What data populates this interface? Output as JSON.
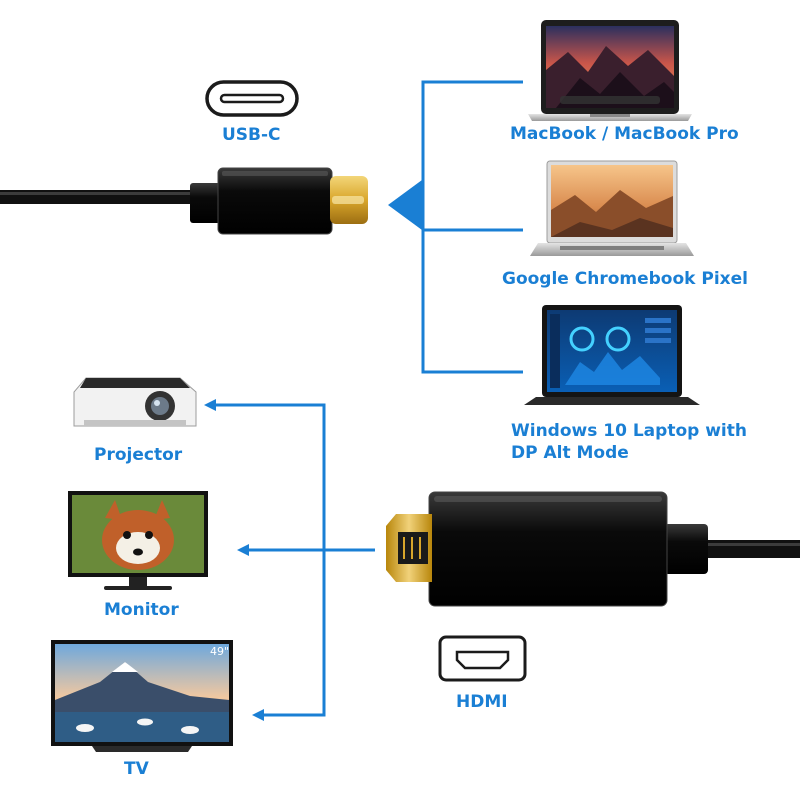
{
  "labels": {
    "usb_c": "USB-C",
    "macbook": "MacBook / MacBook Pro",
    "chromebook": "Google Chromebook Pixel",
    "windows_line1": "Windows 10 Laptop with",
    "windows_line2": "DP Alt Mode",
    "projector": "Projector",
    "monitor": "Monitor",
    "tv": "TV",
    "hdmi": "HDMI",
    "tv_size_badge": "49\""
  },
  "colors": {
    "accent_blue": "#1a7fd4",
    "cable_black": "#111111",
    "connector_gold": "#d9a62b",
    "background": "#ffffff"
  },
  "icons": [
    "usb-c-port-icon",
    "hdmi-port-icon",
    "macbook-laptop-icon",
    "chromebook-laptop-icon",
    "windows-laptop-icon",
    "projector-icon",
    "monitor-icon",
    "tv-icon"
  ]
}
